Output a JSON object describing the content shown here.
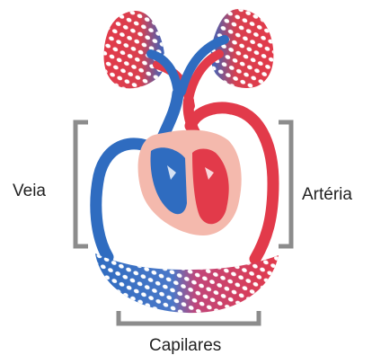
{
  "diagram": {
    "labels": {
      "vein": "Veia",
      "artery": "Artéria",
      "capillaries": "Capilares"
    },
    "colors": {
      "vein": "#2f6cc0",
      "artery": "#e23a4a",
      "heart": "#f4b9ad",
      "bracket": "#8c8c8c",
      "text": "#222222"
    }
  }
}
